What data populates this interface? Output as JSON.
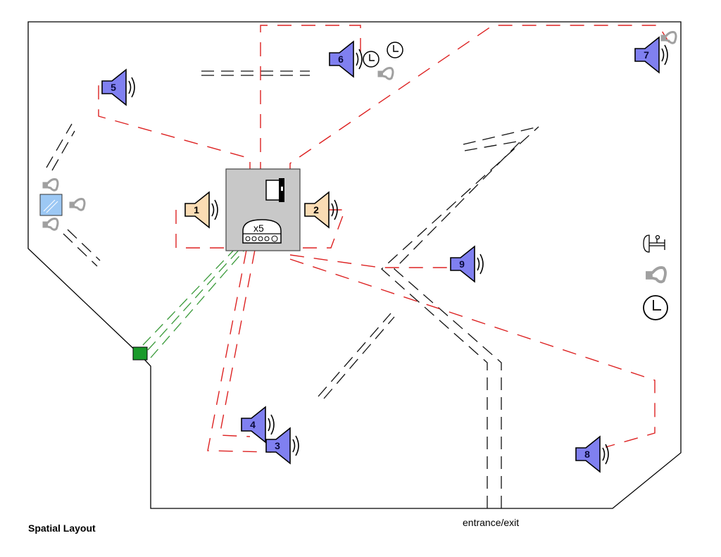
{
  "caption": "Spatial Layout",
  "entrance_label": "entrance/exit",
  "colors": {
    "speaker_blue": "#8080f0",
    "speaker_peach": "#fadcb4",
    "red_path": "#dd2222",
    "green_path": "#3a9a3a",
    "green_node": "#1a9a2a",
    "center_box": "#c8c8c8",
    "window_blue": "#9cc8f4",
    "grey_icon": "#a0a0a0"
  },
  "center_unit": {
    "label": "x5",
    "icon": "amplifier-icon",
    "door_icon": "door-icon"
  },
  "speakers": [
    {
      "id": "1",
      "label": "1",
      "style": "peach"
    },
    {
      "id": "2",
      "label": "2",
      "style": "peach"
    },
    {
      "id": "3",
      "label": "3",
      "style": "blue"
    },
    {
      "id": "4",
      "label": "4",
      "style": "blue"
    },
    {
      "id": "5",
      "label": "5",
      "style": "blue"
    },
    {
      "id": "6",
      "label": "6",
      "style": "blue"
    },
    {
      "id": "7",
      "label": "7",
      "style": "blue"
    },
    {
      "id": "8",
      "label": "8",
      "style": "blue"
    },
    {
      "id": "9",
      "label": "9",
      "style": "blue"
    }
  ],
  "legend_icons": [
    "projector-icon",
    "sensor-icon",
    "clock-icon"
  ]
}
